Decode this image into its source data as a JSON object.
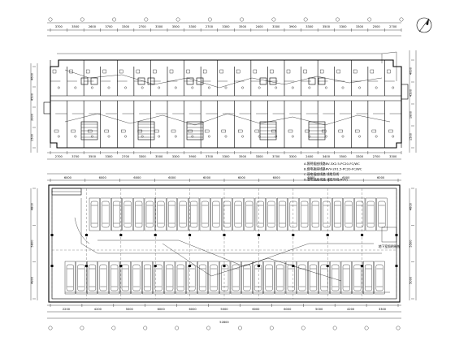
{
  "plan_upper": {
    "dim_top": [
      "3700",
      "3500",
      "2600",
      "3700",
      "3300",
      "2700",
      "3300",
      "3500",
      "3300",
      "2700",
      "3300",
      "3500",
      "2400",
      "3300",
      "3900",
      "3300",
      "3500",
      "3300",
      "3300",
      "2500",
      "2700"
    ],
    "dim_bottom": [
      "2700",
      "3700",
      "3500",
      "3300",
      "2700",
      "3300",
      "3500",
      "3300",
      "3900",
      "3700",
      "3300",
      "3500",
      "3300",
      "3700",
      "3300",
      "2400",
      "3400",
      "3500",
      "3300",
      "2700",
      "3300"
    ],
    "dim_left": [
      "4600",
      "4500",
      "3900",
      "1500"
    ],
    "dim_right": [
      "4600",
      "4500",
      "1800",
      "1500"
    ],
    "notes": [
      "A.照明插座线路BV-3X2.5-PC20-FC/WC",
      "B.弱电插座线路RVV-2X1.5-PC20-FC/WC",
      "C.弱电插座线路 线缆导线",
      "D.弱电插座线路 线缆导线(RVV)"
    ]
  },
  "plan_lower": {
    "dim_top": [
      "6000",
      "6000",
      "6000",
      "6000",
      "6000",
      "6000",
      "6000",
      "6000",
      "6000",
      "6000"
    ],
    "dim_bottom": [
      "2200",
      "4200",
      "5000",
      "6000",
      "6000",
      "5000",
      "6000",
      "6000",
      "5000",
      "4200",
      "3300"
    ],
    "dim_left": [
      "4800",
      "5800",
      "4800"
    ],
    "dim_right": [
      "4600",
      "5500",
      "5000"
    ],
    "bottom_total": "52800",
    "notes_right": "地下室照明系统"
  },
  "north": {
    "label": "N"
  }
}
